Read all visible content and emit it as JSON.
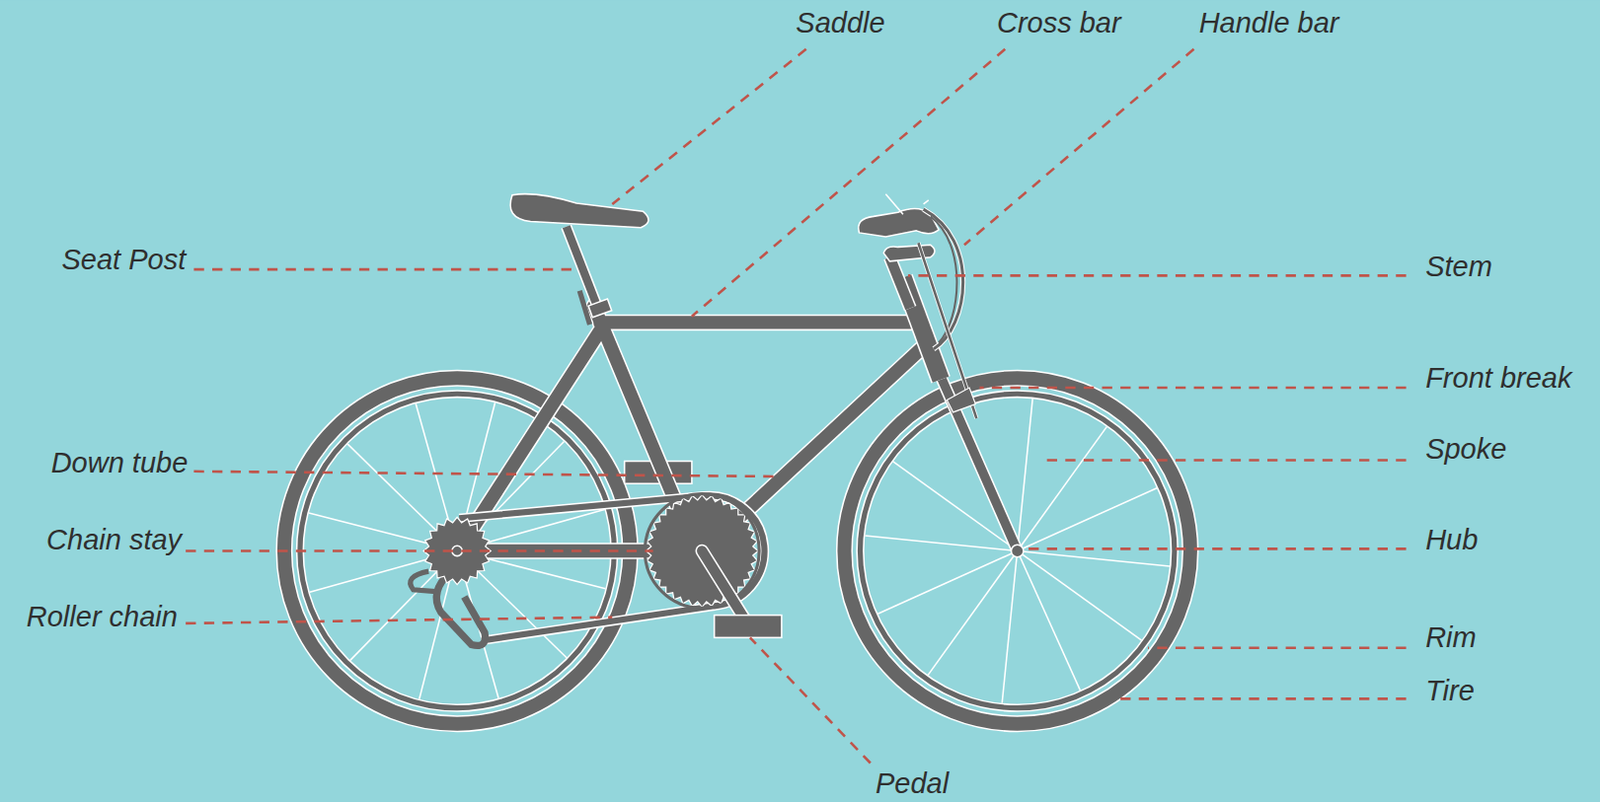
{
  "diagram": {
    "labels": [
      "Saddle",
      "Cross bar",
      "Handle bar",
      "Seat Post",
      "Stem",
      "Front break",
      "Down tube",
      "Spoke",
      "Chain stay",
      "Hub",
      "Roller chain",
      "Rim",
      "Tire",
      "Pedal"
    ]
  }
}
